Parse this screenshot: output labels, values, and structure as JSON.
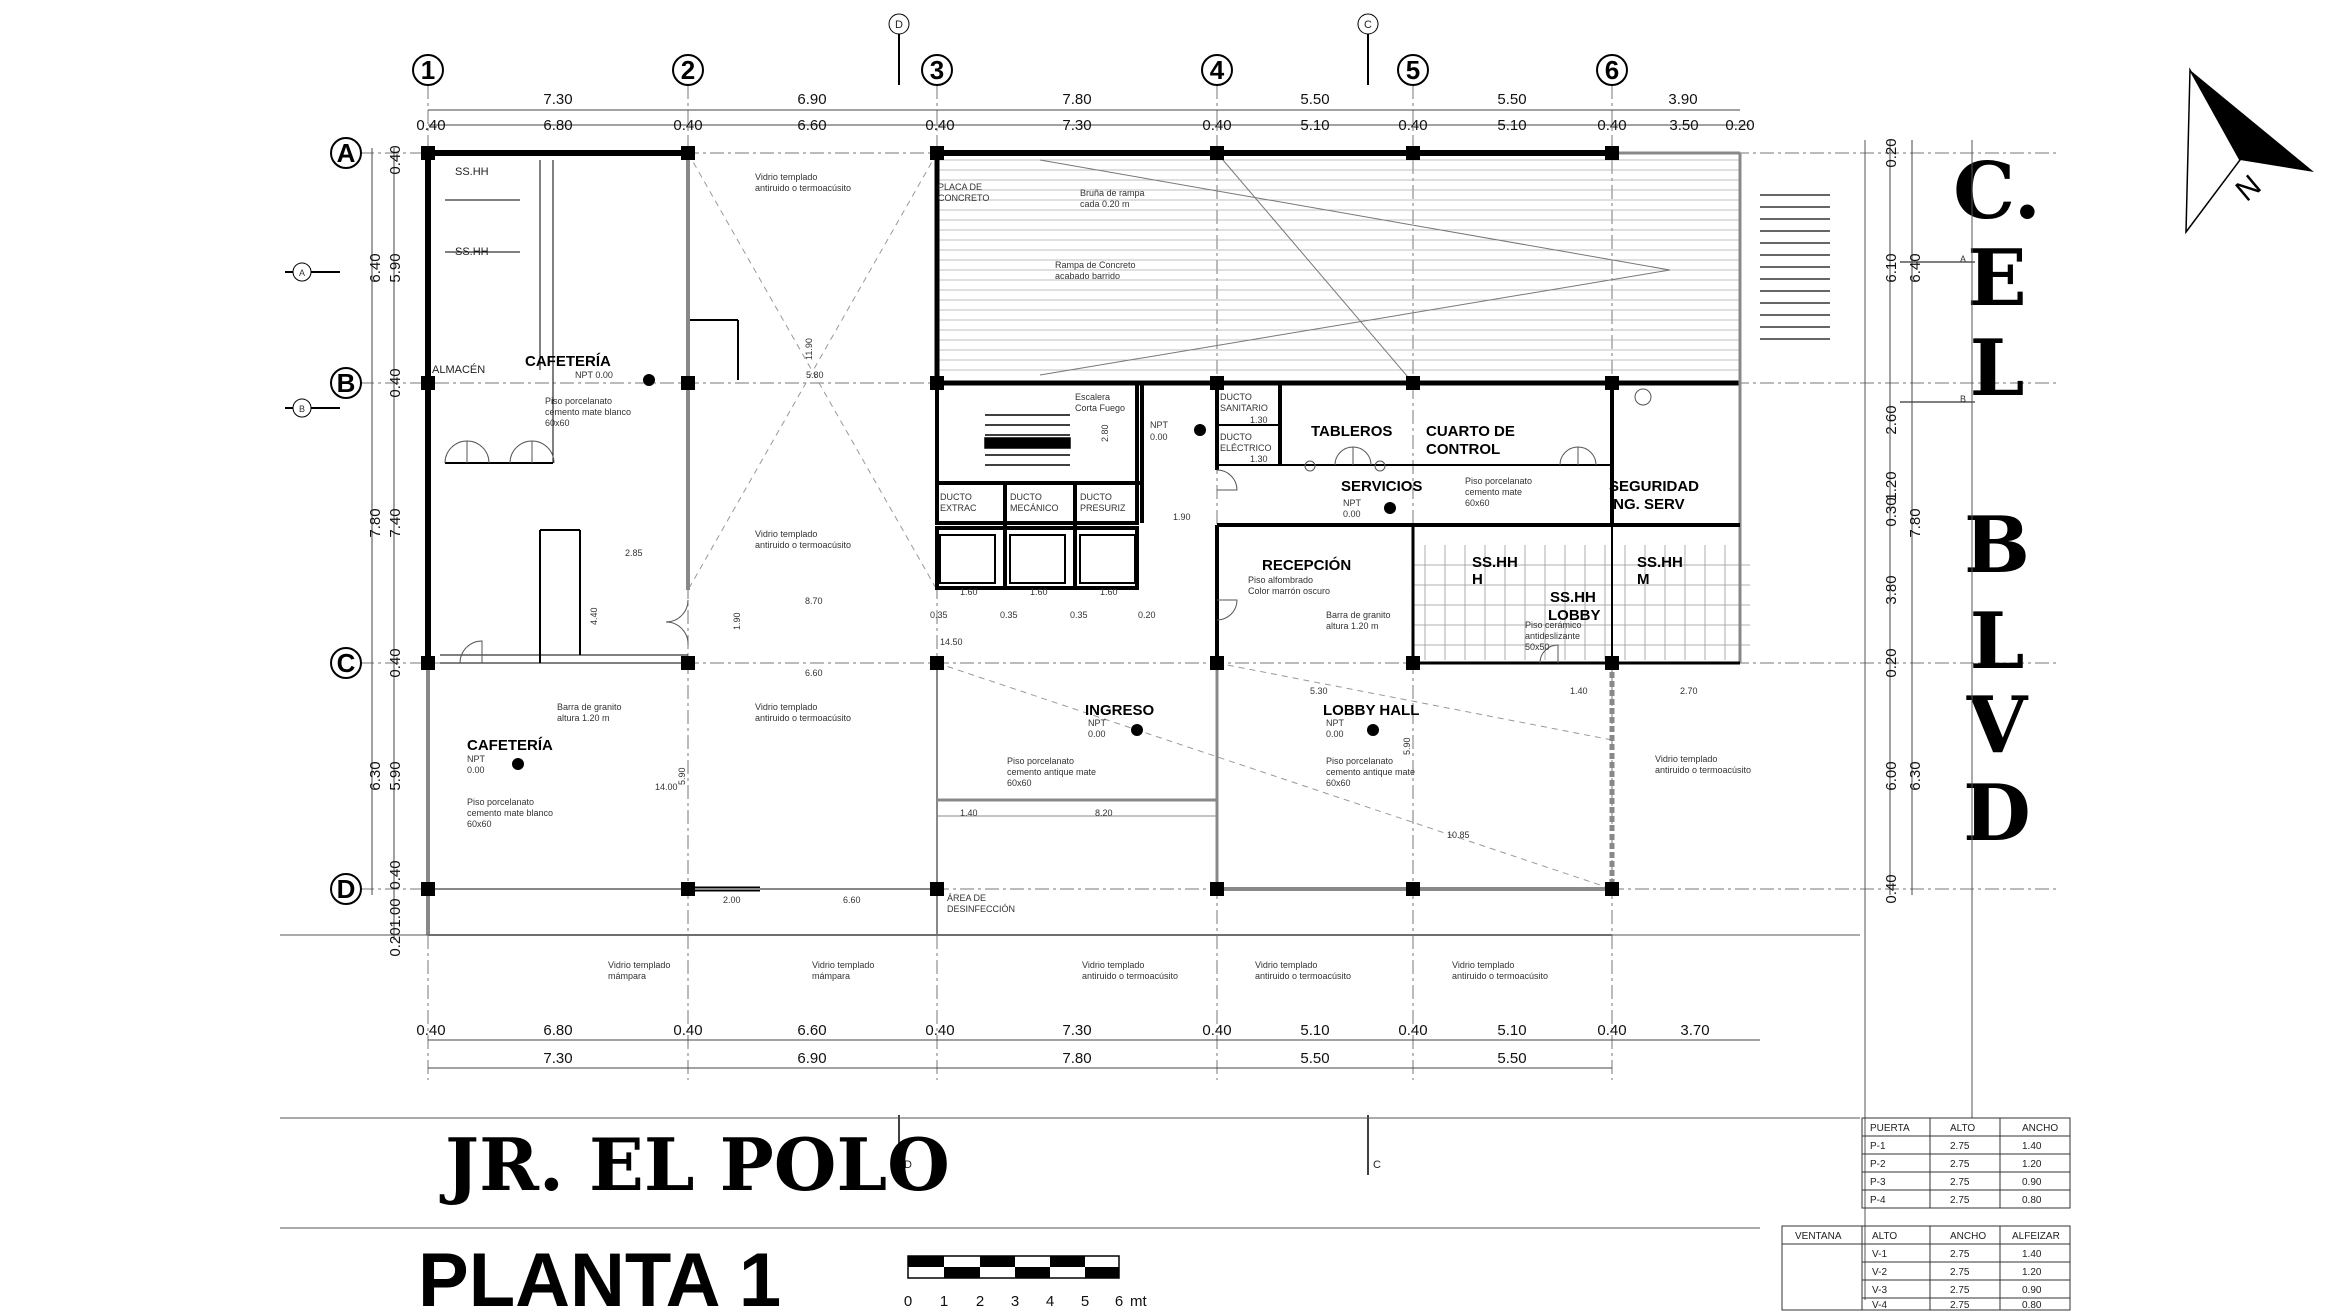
{
  "grid": {
    "columns": [
      "1",
      "2",
      "3",
      "4",
      "5",
      "6"
    ],
    "rows": [
      "A",
      "B",
      "C",
      "D"
    ],
    "section_marks": [
      "D",
      "C",
      "A",
      "B"
    ]
  },
  "dims": {
    "top_axis": [
      "7.30",
      "6.90",
      "7.80",
      "5.50",
      "5.50",
      "3.90"
    ],
    "top_detail": [
      "0.40",
      "6.80",
      "0.40",
      "6.60",
      "0.40",
      "7.30",
      "0.40",
      "5.10",
      "0.40",
      "5.10",
      "0.40",
      "3.50",
      "0.20"
    ],
    "bottom_detail": [
      "0.40",
      "6.80",
      "0.40",
      "6.60",
      "0.40",
      "7.30",
      "0.40",
      "5.10",
      "0.40",
      "5.10",
      "0.40",
      "3.70"
    ],
    "bottom_axis": [
      "7.30",
      "6.90",
      "7.80",
      "5.50",
      "5.50"
    ],
    "left_axis": [
      "6.40",
      "7.80",
      "6.30"
    ],
    "left_detail": [
      "0.40",
      "5.90",
      "0.40",
      "7.40",
      "0.40",
      "5.90",
      "0.40",
      "1.00",
      "0.20"
    ],
    "right_axis": [
      "6.40",
      "7.80",
      "6.30"
    ],
    "right_detail": [
      "0.20",
      "6.10",
      "2.60",
      "1.20",
      "0.30",
      "3.80",
      "0.20",
      "6.00",
      "0.40"
    ]
  },
  "rooms": {
    "sshh1": "SS.HH",
    "sshh2": "SS.HH",
    "almacen": "ALMACÉN",
    "cafeteria1": "CAFETERÍA",
    "cafeteria2": "CAFETERÍA",
    "tableros": "TABLEROS",
    "cuarto_1": "CUARTO DE",
    "cuarto_2": "CONTROL",
    "servicios": "SERVICIOS",
    "seguridad_1": "SEGURIDAD",
    "seguridad_2": "ING. SERV",
    "recepcion": "RECEPCIÓN",
    "sshh_h_1": "SS.HH",
    "sshh_h_2": "H",
    "sshh_lobby_1": "SS.HH",
    "sshh_lobby_2": "LOBBY",
    "sshh_m_1": "SS.HH",
    "sshh_m_2": "M",
    "ingreso": "INGRESO",
    "lobby_hall": "LOBBY HALL"
  },
  "notes": {
    "npt": "NPT",
    "npt_000": "NPT 0.00",
    "level": "0.00",
    "vidrio1": "Vidrio templado",
    "vidrio2": "antiruido o termoacúsito",
    "mampara": "mámpara",
    "piso_blanco_1": "Piso porcelanato",
    "piso_blanco_2": "cemento mate blanco",
    "piso_blanco_3": "60x60",
    "piso_antique_2": "cemento antique mate",
    "piso_cemento_2": "cemento mate",
    "placa_1": "PLACA DE",
    "placa_2": "CONCRETO",
    "bruna_1": "Bruña de rampa",
    "bruna_2": "cada 0.20 m",
    "rampa_1": "Rampa de Concreto",
    "rampa_2": "acabado barrido",
    "escalera_1": "Escalera",
    "escalera_2": "Corta Fuego",
    "ducto_san_1": "DUCTO",
    "ducto_san_2": "SANITARIO",
    "ducto_ele_2": "ELÉCTRICO",
    "ducto_1": "DUCTO",
    "extrac": "EXTRAC",
    "mecanico": "MECÁNICO",
    "presuriz": "PRESURIZ",
    "alfombra_1": "Piso alfombrado",
    "alfombra_2": "Color marrón oscuro",
    "barra_1": "Barra de granito",
    "barra_2": "altura 1.20 m",
    "ceramico_1": "Piso cerámico",
    "ceramico_2": "antideslizante",
    "ceramico_3": "50x50",
    "area_1": "ÁREA DE",
    "area_2": "DESINFECCIÓN"
  },
  "inner_dims": {
    "d_285": "2.85",
    "d_440": "4.40",
    "d_870": "8.70",
    "d_660": "6.60",
    "d_1400": "14.00",
    "d_1450": "14.50",
    "d_590": "5.90",
    "d_530": "5.30",
    "d_140": "1.40",
    "d_270": "2.70",
    "d_820": "8.20",
    "d_1085": "10.85",
    "d_200": "2.00",
    "d_190": "1.90",
    "d_160": "1.60",
    "d_035": "0.35",
    "d_020": "0.20",
    "d_280": "2.80",
    "d_1190": "11.90",
    "d_580": "5.80",
    "d_130": "1.30"
  },
  "streets": {
    "side": [
      "C.",
      "E",
      "L",
      "B",
      "L",
      "V",
      "D"
    ],
    "bottom": "JR. EL POLO"
  },
  "title": "PLANTA 1",
  "north": "N",
  "scale": {
    "labels": [
      "0",
      "1",
      "2",
      "3",
      "4",
      "5",
      "6"
    ],
    "unit": "mt"
  },
  "door_table": {
    "headers": [
      "PUERTA",
      "ALTO",
      "ANCHO"
    ],
    "rows": [
      [
        "P-1",
        "2.75",
        "1.40"
      ],
      [
        "P-2",
        "2.75",
        "1.20"
      ],
      [
        "P-3",
        "2.75",
        "0.90"
      ],
      [
        "P-4",
        "2.75",
        "0.80"
      ]
    ]
  },
  "window_table": {
    "headers": [
      "VENTANA",
      "ALTO",
      "ANCHO",
      "ALFEIZAR"
    ],
    "rows": [
      [
        "V-1",
        "2.75",
        "1.40"
      ],
      [
        "V-2",
        "2.75",
        "1.20"
      ],
      [
        "V-3",
        "2.75",
        "0.90"
      ],
      [
        "V-4",
        "2.75",
        "0.80"
      ]
    ]
  }
}
